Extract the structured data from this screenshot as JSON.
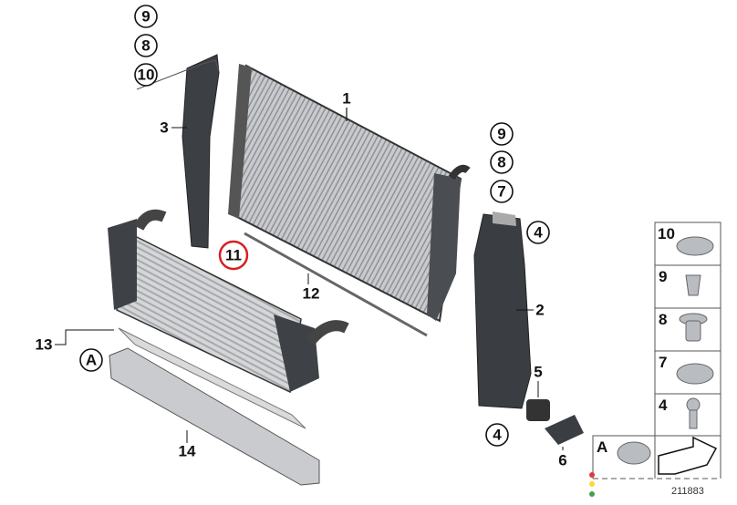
{
  "diagram": {
    "callouts": {
      "top_left_9": "9",
      "top_left_8": "8",
      "top_left_10": "10",
      "part_1": "1",
      "part_3": "3",
      "part_11": "11",
      "part_12": "12",
      "part_13": "13",
      "part_14": "14",
      "ref_a_left": "A",
      "right_9": "9",
      "right_8": "8",
      "right_7": "7",
      "right_4_top": "4",
      "part_2": "2",
      "part_5": "5",
      "right_4_bottom": "4",
      "part_6": "6"
    },
    "legend": [
      {
        "label": "10"
      },
      {
        "label": "9"
      },
      {
        "label": "8"
      },
      {
        "label": "7"
      },
      {
        "label": "4"
      }
    ],
    "legend_a": "A",
    "image_number": "211883",
    "highlight_color": "#d62020",
    "status_dots": [
      "#e53935",
      "#fdd835",
      "#43a047"
    ]
  }
}
